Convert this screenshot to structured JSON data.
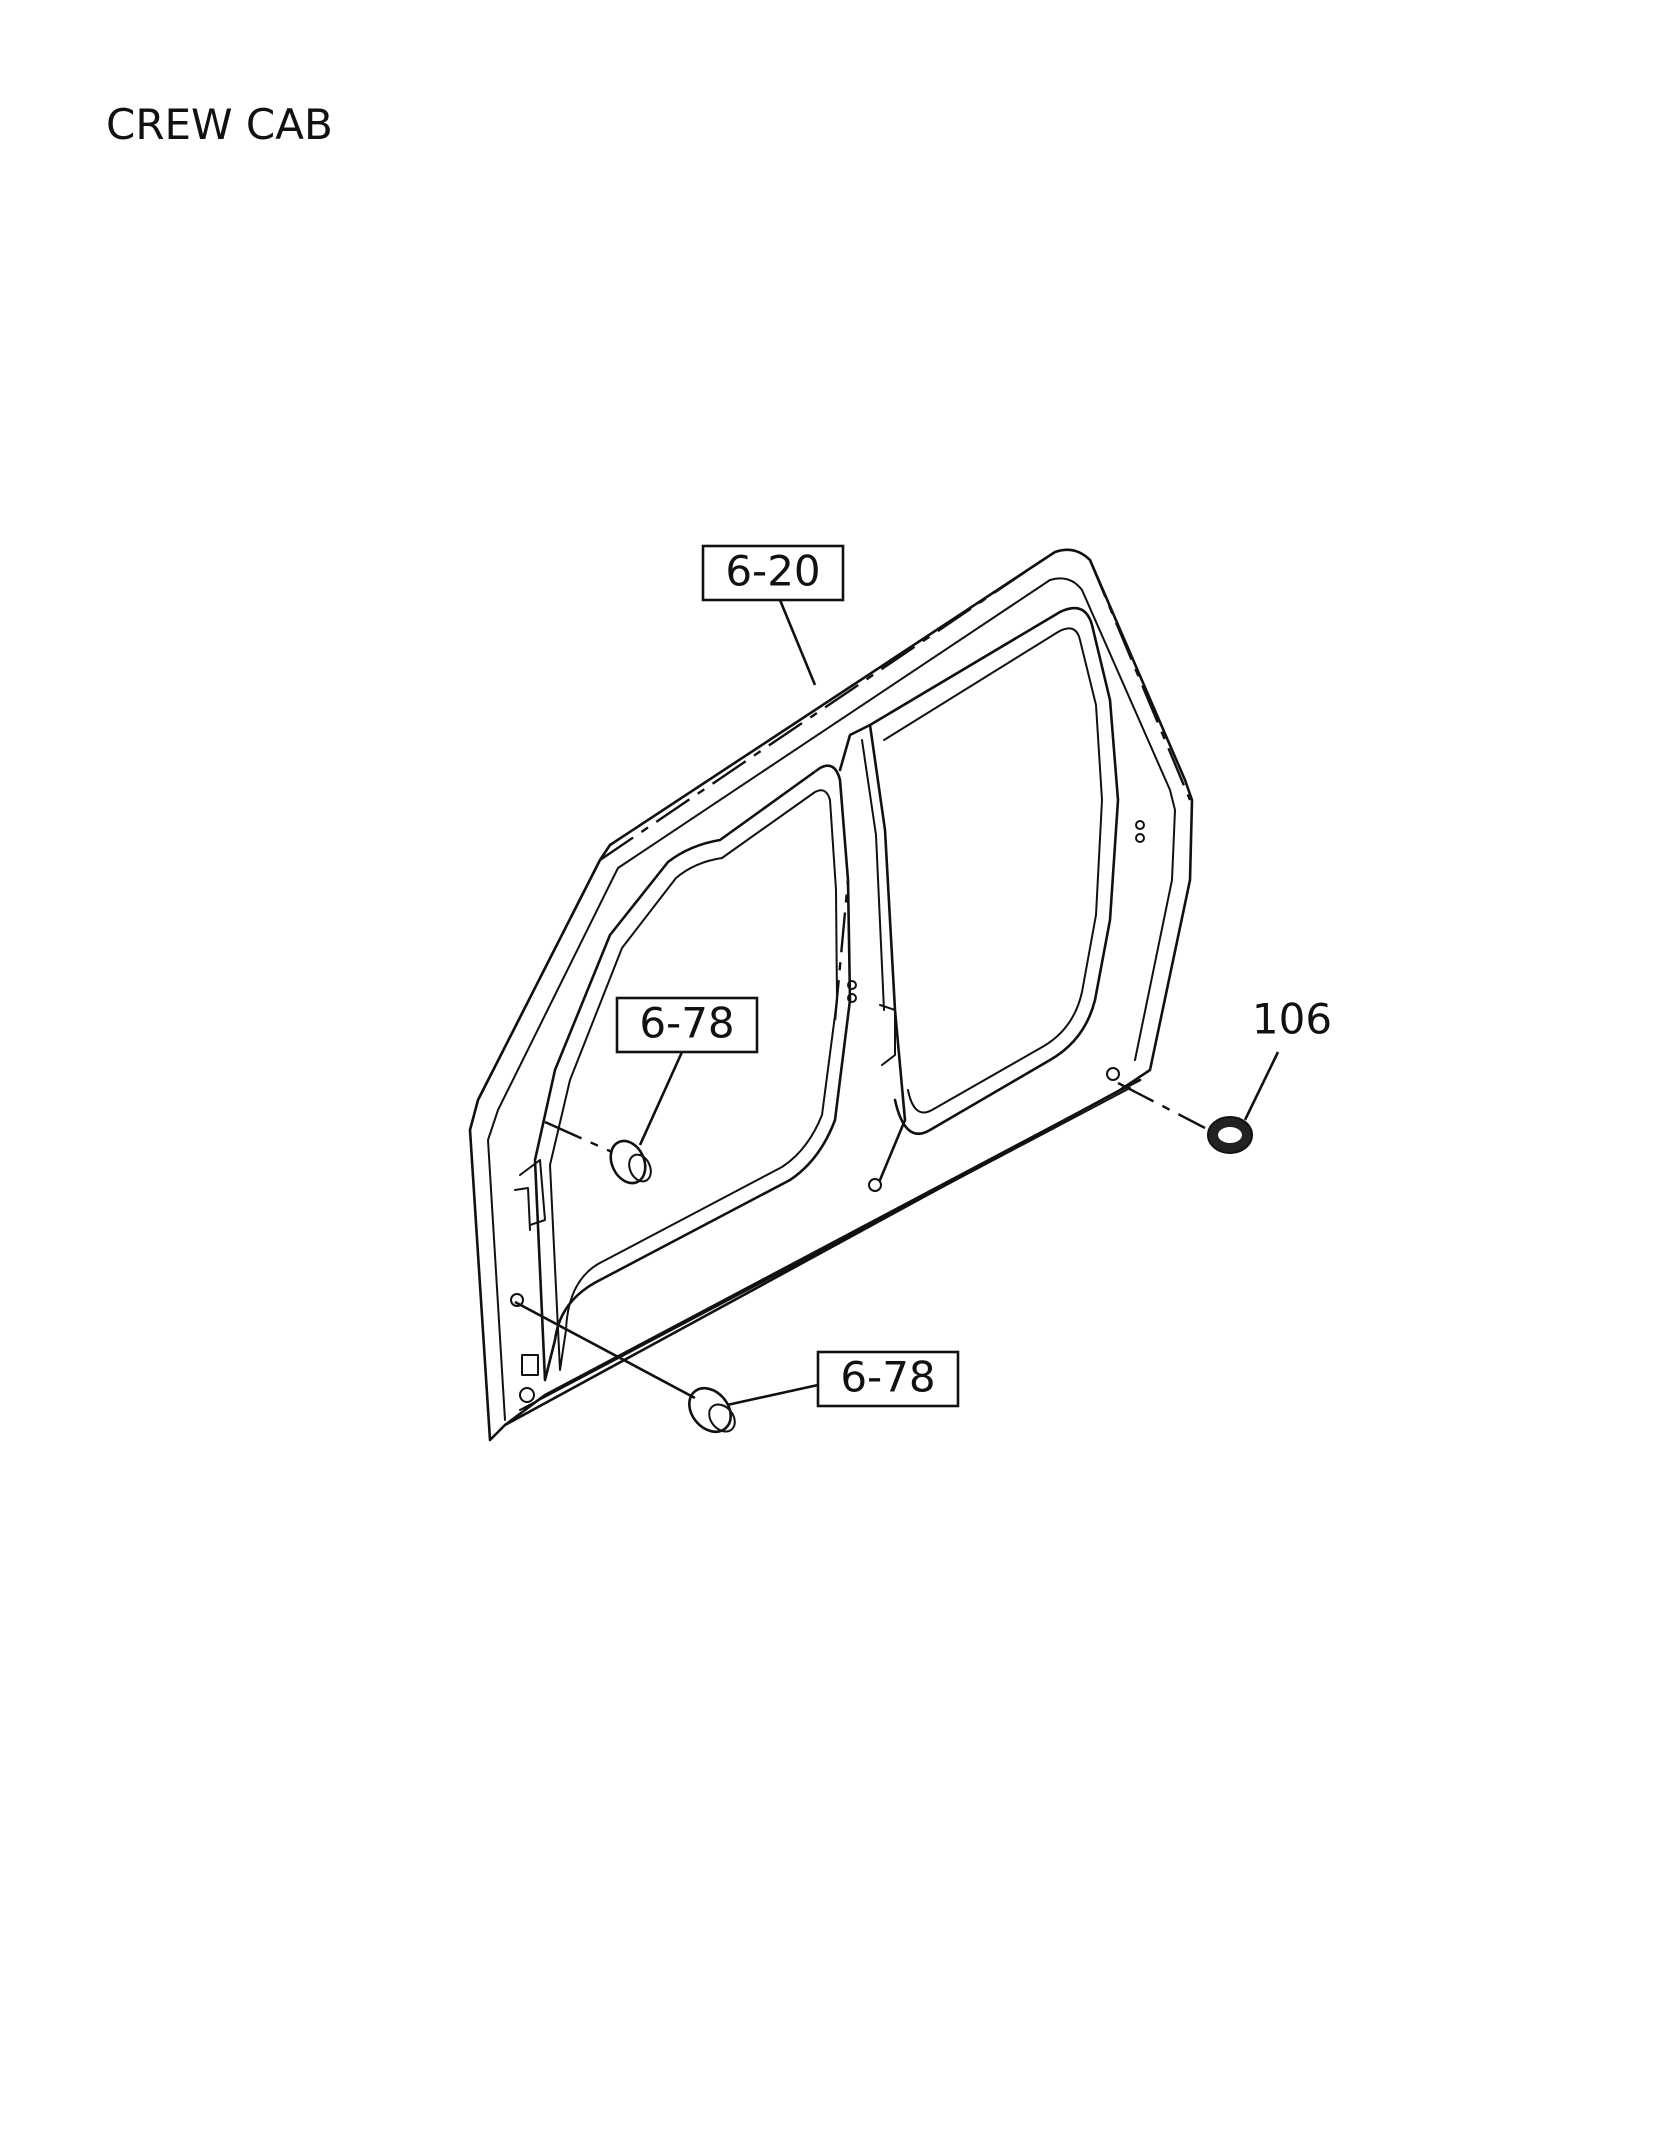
{
  "title": "CREW CAB",
  "callouts": {
    "body_side_frame": "6-20",
    "plug_upper": "6-78",
    "plug_lower": "6-78",
    "grommet": "106"
  }
}
